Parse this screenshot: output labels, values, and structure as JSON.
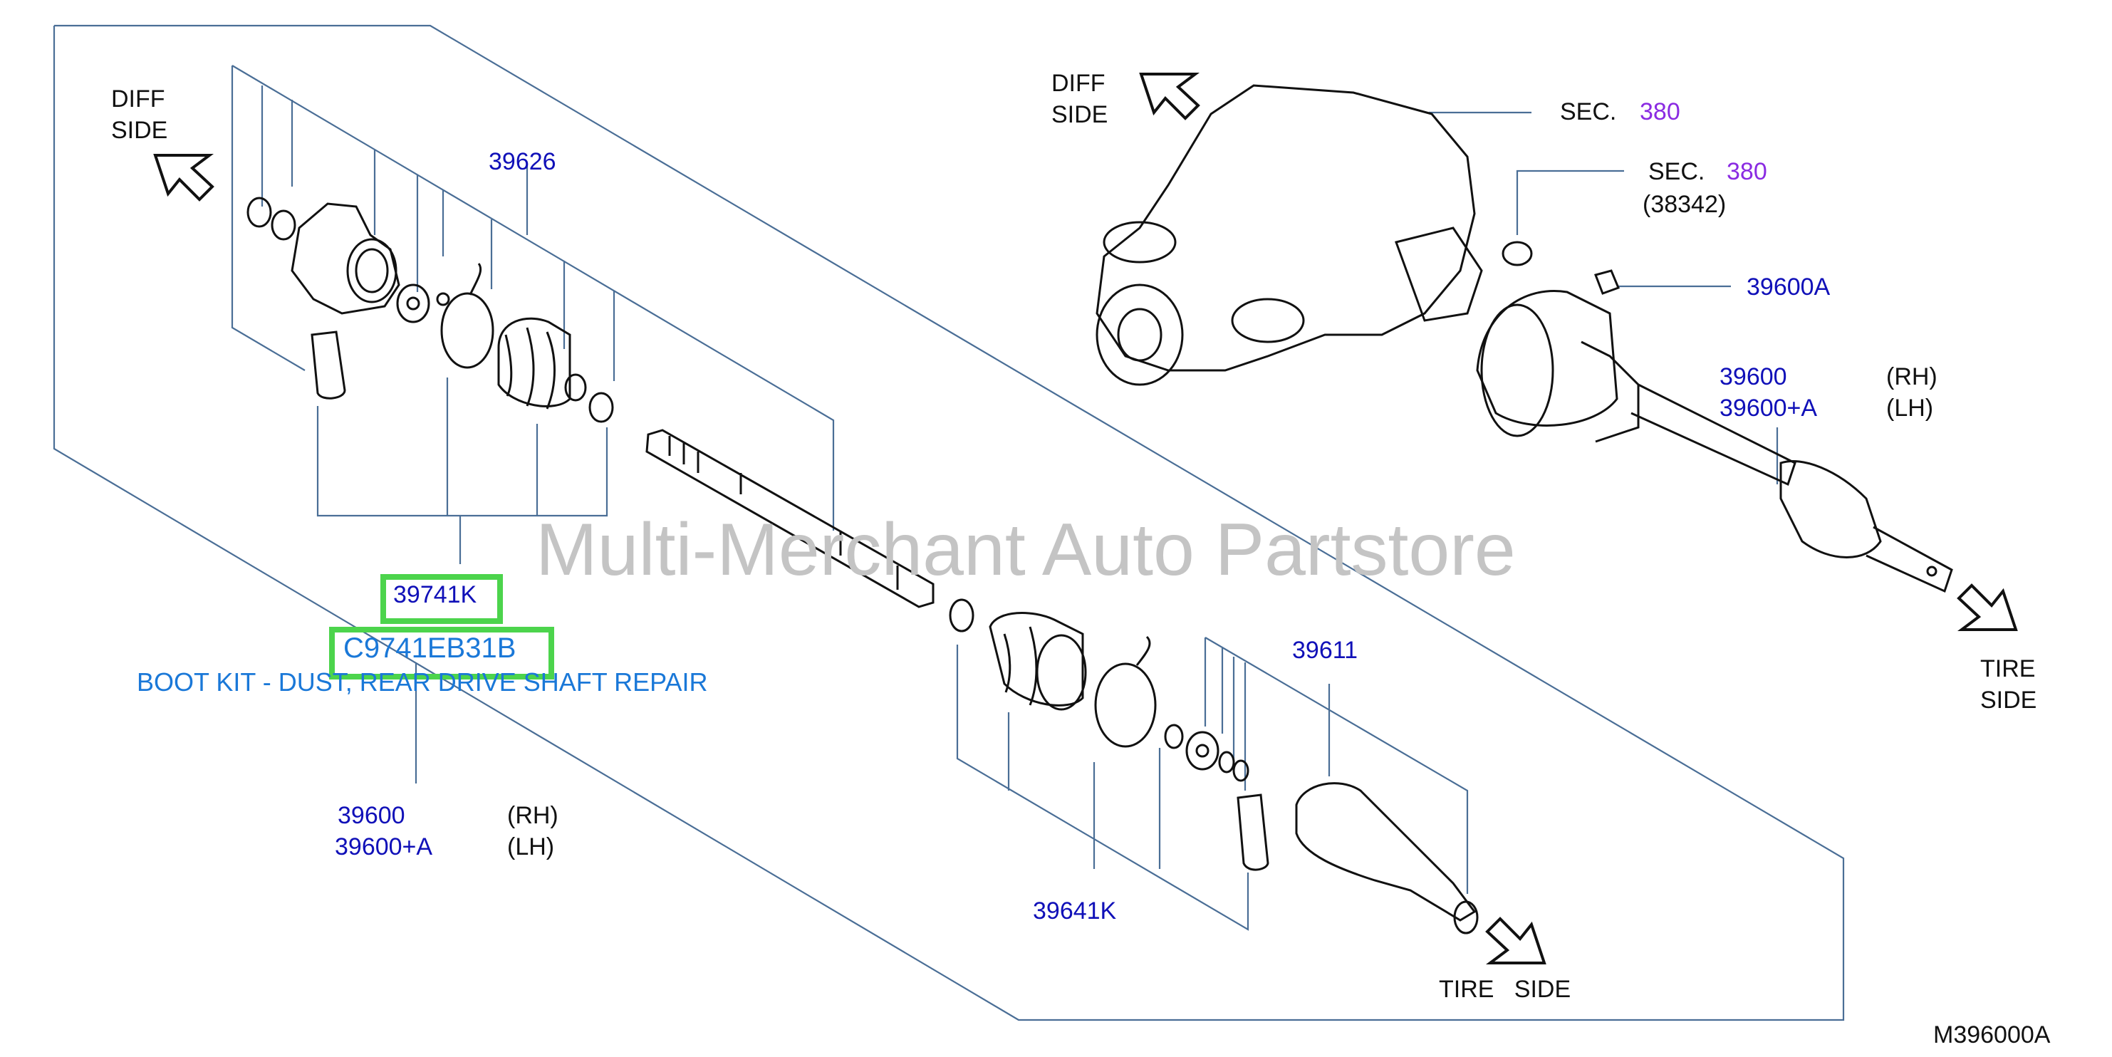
{
  "watermark": "Multi-Merchant Auto Partstore",
  "diagram_code": "M396000A",
  "direction_labels": {
    "diff_side_left_1": "DIFF",
    "diff_side_left_2": "SIDE",
    "diff_side_right_1": "DIFF",
    "diff_side_right_2": "SIDE",
    "tire_side_right_1": "TIRE",
    "tire_side_right_2": "SIDE",
    "tire_side_bottom": "TIRE   SIDE"
  },
  "section_refs": {
    "sec1_label": "SEC.",
    "sec1_num": "380",
    "sec2_label": "SEC.",
    "sec2_num": "380",
    "sec2_sub": "(38342)"
  },
  "part_numbers": {
    "p39626": "39626",
    "p39600A": "39600A",
    "right_39600": "39600",
    "right_39600A_plus": "39600+A",
    "right_rh": "(RH)",
    "right_lh": "(LH)",
    "p39611": "39611",
    "p39641K": "39641K",
    "bottom_39600": "39600",
    "bottom_39600A_plus": "39600+A",
    "bottom_rh": "(RH)",
    "bottom_lh": "(LH)"
  },
  "highlighted": {
    "kit_number": "39741K",
    "oem_number": "C9741EB31B",
    "description": "BOOT KIT - DUST, REAR DRIVE SHAFT REPAIR"
  },
  "colors": {
    "leader_line": "#4a6e96",
    "part_blue": "#1010b8",
    "section_purple": "#8a2be2",
    "highlight_green": "#4cd44c",
    "description_blue": "#1a78d8"
  }
}
